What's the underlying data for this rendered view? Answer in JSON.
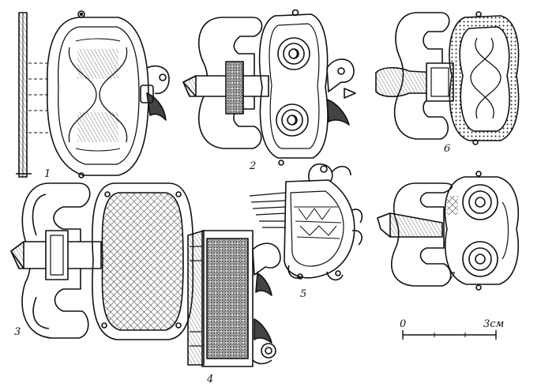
{
  "figure": {
    "labels": [
      "1",
      "2",
      "3",
      "4",
      "5",
      "6",
      "7"
    ],
    "scale_bar": {
      "start": "0",
      "end": "3см"
    }
  }
}
